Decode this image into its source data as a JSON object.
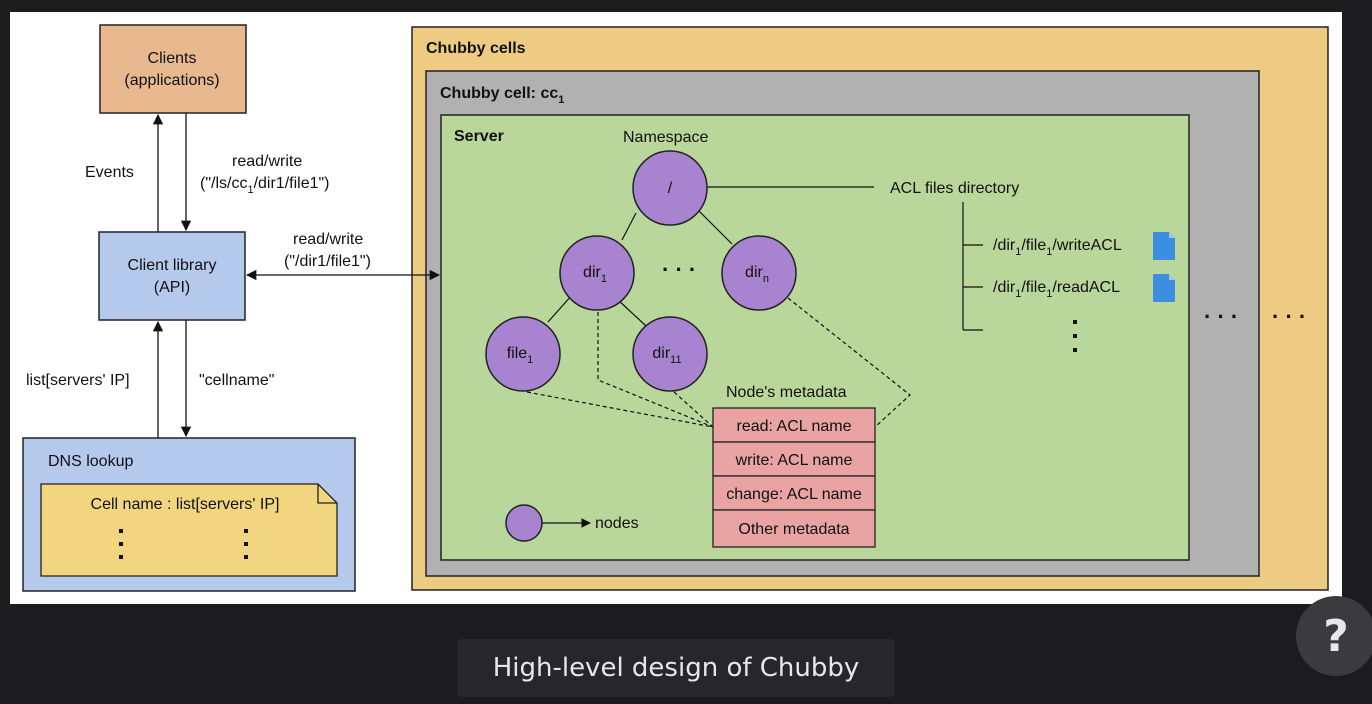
{
  "caption": "High-level design of Chubby",
  "help_label": "?",
  "diagram": {
    "clients": {
      "line1": "Clients",
      "line2": "(applications)"
    },
    "client_library": {
      "line1": "Client library",
      "line2": "(API)"
    },
    "dns": {
      "title": "DNS lookup",
      "note": "Cell name : list[servers' IP]"
    },
    "edges": {
      "events": "Events",
      "rw_top_line1": "read/write",
      "rw_top_pre": "(\"/ls/cc",
      "rw_top_sub": "1",
      "rw_top_post": "/dir1/file1\")",
      "rw_mid_line1": "read/write",
      "rw_mid_line2": "(\"/dir1/file1\")",
      "list_servers": "list[servers' IP]",
      "cellname": "\"cellname\""
    },
    "chubby_cells": {
      "title": "Chubby cells"
    },
    "chubby_cell": {
      "title_pre": "Chubby cell: cc",
      "title_sub": "1"
    },
    "server": {
      "title": "Server",
      "namespace": "Namespace",
      "acl_dir": "ACL files directory",
      "root": "/",
      "dir1": {
        "base": "dir",
        "sub": "1"
      },
      "dirn": {
        "base": "dir",
        "sub": "n"
      },
      "file1": {
        "base": "file",
        "sub": "1"
      },
      "dir11": {
        "base": "dir",
        "sub": "11"
      },
      "acl_write": {
        "p1": "/dir",
        "s1": "1",
        "p2": "/file",
        "s2": "1",
        "p3": "/writeACL"
      },
      "acl_read": {
        "p1": "/dir",
        "s1": "1",
        "p2": "/file",
        "s2": "1",
        "p3": "/readACL"
      },
      "metadata_title": "Node's metadata",
      "metadata_rows": [
        "read: ACL name",
        "write: ACL name",
        "change: ACL name",
        "Other metadata"
      ],
      "legend_nodes": "nodes"
    },
    "colors": {
      "clients_fill": "#e8b98f",
      "library_fill": "#b5c9ec",
      "dns_fill": "#b5c9ec",
      "note_fill": "#f2d57f",
      "cells_fill": "#eecb83",
      "cell_fill": "#b1b1b1",
      "server_fill": "#b9d79a",
      "node_fill": "#a883cf",
      "metadata_fill": "#e9a3a3",
      "file_icon": "#3b8ee0"
    }
  }
}
